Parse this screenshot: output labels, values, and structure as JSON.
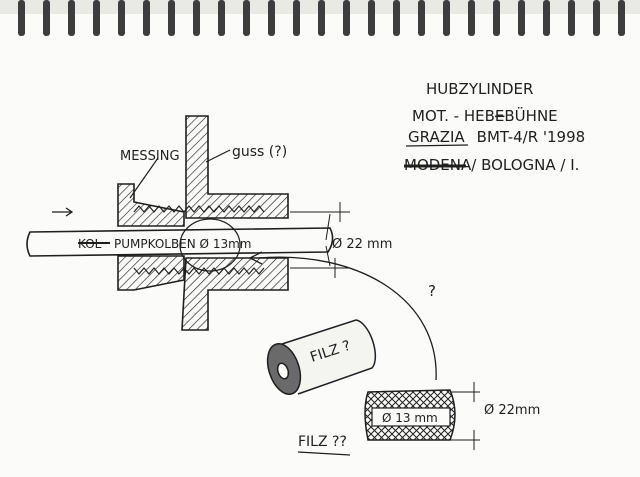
{
  "notes": {
    "line1": "HUBZYLINDER",
    "line2_prefix": "MOT. - HEB",
    "line2_struck": "E",
    "line2_suffix": "BÜHNE",
    "line3_brand": "GRAZIA",
    "line3_rest": "BMT-4/R   '1998",
    "line4_struck": "MODENA",
    "line4_rest": "/ BOLOGNA / I."
  },
  "labels": {
    "messing": "MESSING",
    "guss": "guss (?)",
    "piston_prefix_struck": "KOL",
    "piston": "PUMPKOLBEN  Ø 13mm",
    "outer_dia": "Ø 22 mm",
    "question": "?",
    "filz_cyl": "FILZ ?",
    "ring_inner": "Ø 13 mm",
    "ring_outer": "Ø 22mm",
    "filz_bottom": "FILZ ??"
  },
  "colors": {
    "ink": "#1f1f1f",
    "paper": "#fbfbf9",
    "spiral": "#555555"
  }
}
